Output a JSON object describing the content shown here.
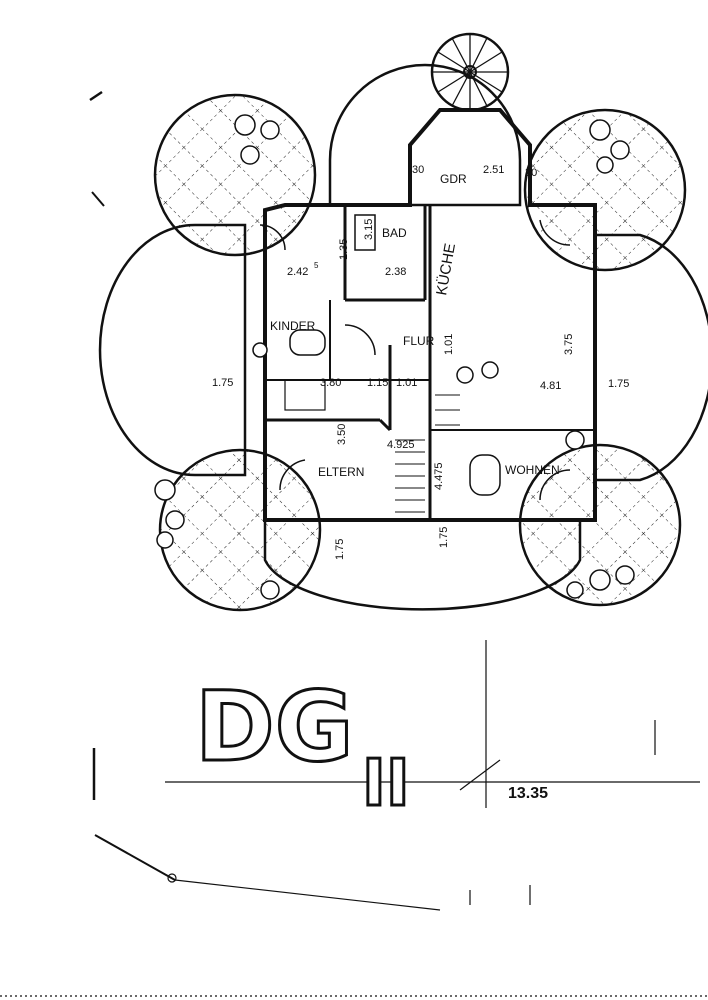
{
  "rooms": {
    "gdr": "GDR",
    "bad": "BAD",
    "kueche": "KÜCHE",
    "kinder": "KINDER",
    "flur": "FLUR",
    "eltern": "ELTERN",
    "wohnen": "WOHNEN"
  },
  "dimensions": {
    "d30_left": "30",
    "d251": "2.51",
    "d30_right": "30",
    "d242": "2.42",
    "d242_sup": "5",
    "d315": "3.15",
    "d135": "1.35",
    "d238": "2.38",
    "d101_top": "1.01",
    "d375": "3.75",
    "d175_left": "1.75",
    "d380": "3.80",
    "d115": "1.15",
    "d101_mid": "1.01",
    "d481": "4.81",
    "d175_right": "1.75",
    "d350": "3.50",
    "d4925": "4.925",
    "d4475": "4.475",
    "d175_bottom_left": "1.75",
    "d175_bottom_mid": "1.75"
  },
  "floor_label": "DG",
  "floor_roman": "II",
  "elevation": "13.35"
}
